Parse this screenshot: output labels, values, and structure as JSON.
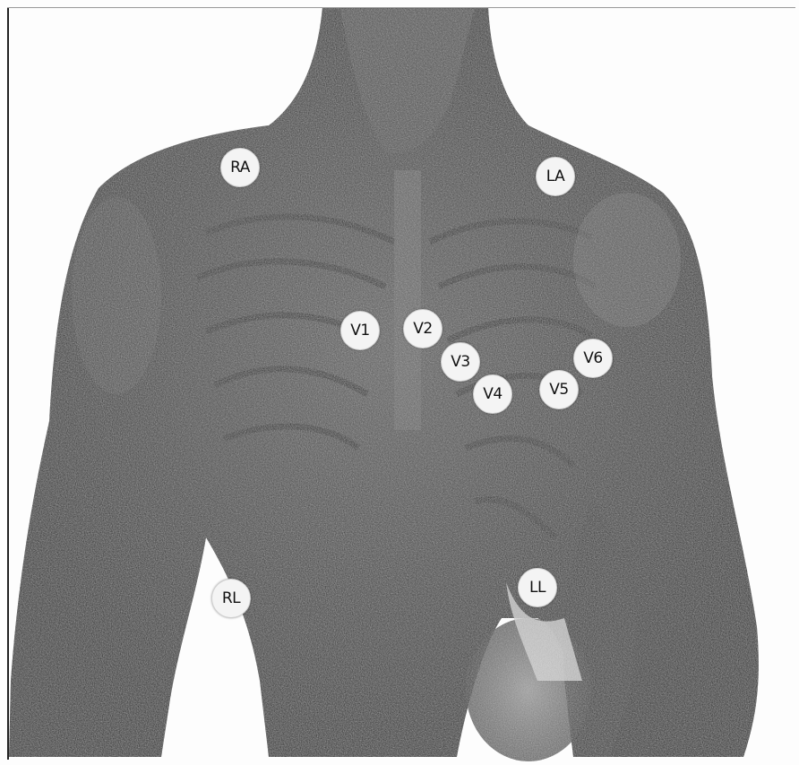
{
  "electrodes": [
    {
      "id": "ra",
      "label": "RA"
    },
    {
      "id": "la",
      "label": "LA"
    },
    {
      "id": "v1",
      "label": "V1"
    },
    {
      "id": "v2",
      "label": "V2"
    },
    {
      "id": "v3",
      "label": "V3"
    },
    {
      "id": "v4",
      "label": "V4"
    },
    {
      "id": "v5",
      "label": "V5"
    },
    {
      "id": "v6",
      "label": "V6"
    },
    {
      "id": "rl",
      "label": "RL"
    },
    {
      "id": "ll",
      "label": "LL"
    }
  ]
}
